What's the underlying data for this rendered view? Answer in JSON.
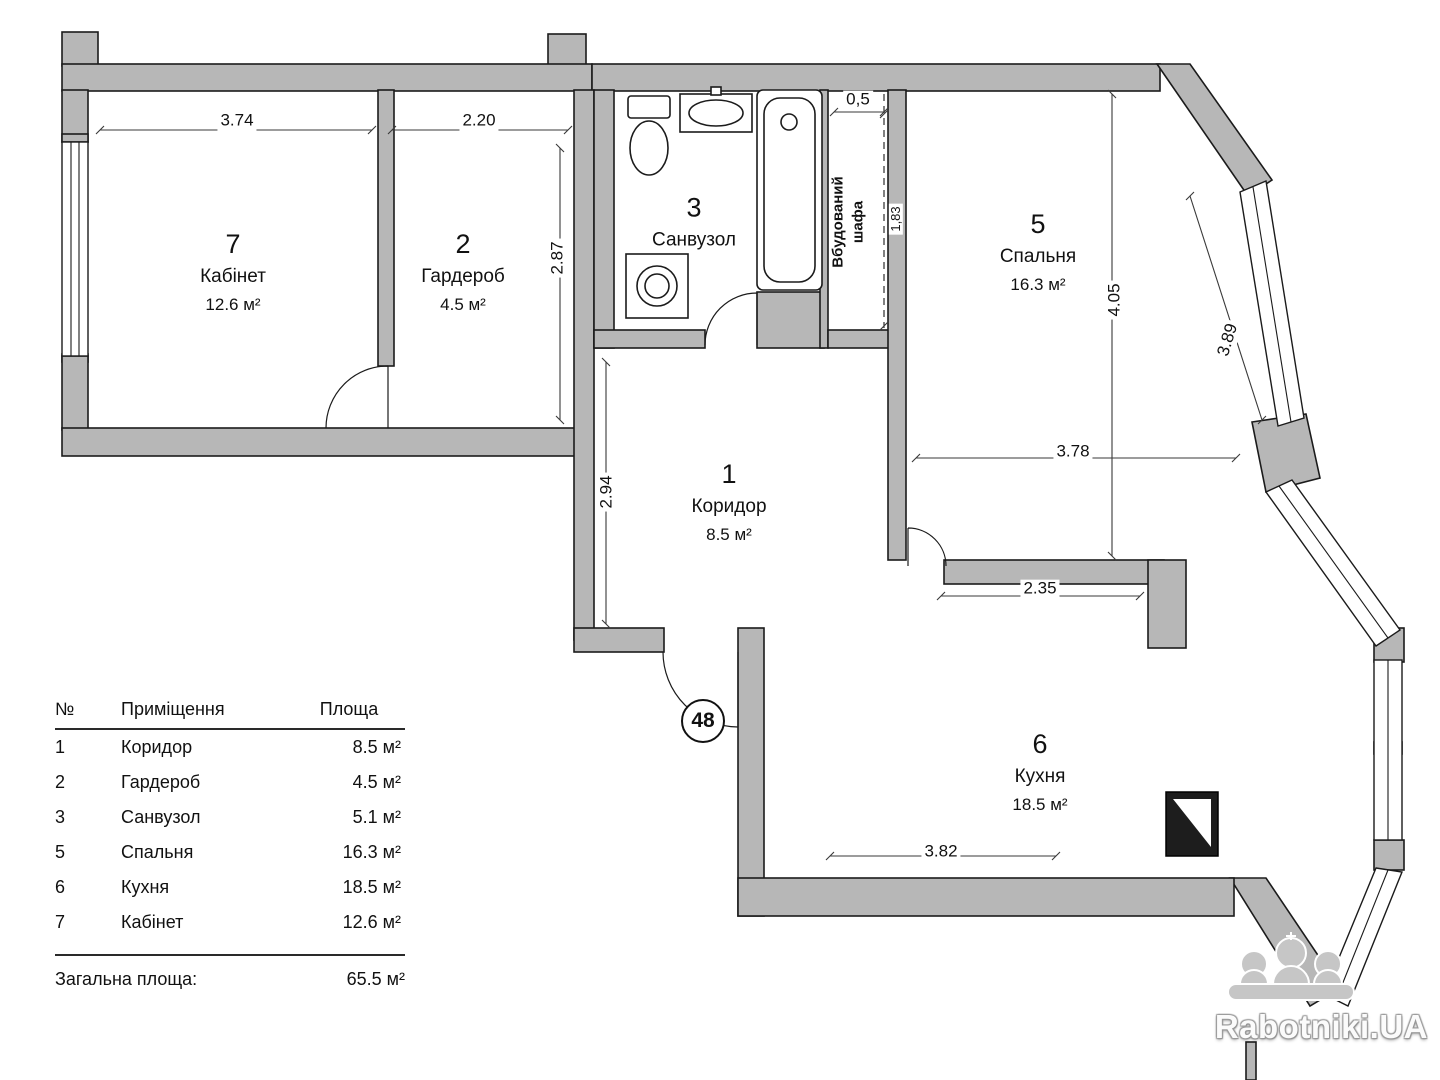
{
  "plan": {
    "apartment_badge": "48",
    "wardrobe": {
      "line1": "Вбудований",
      "line2": "шафа"
    },
    "rooms": {
      "office": {
        "number": "7",
        "name": "Кабінет",
        "area": "12.6 м²"
      },
      "wardrobe": {
        "number": "2",
        "name": "Гардероб",
        "area": "4.5 м²"
      },
      "bathroom": {
        "number": "3",
        "name": "Санвузол"
      },
      "corridor": {
        "number": "1",
        "name": "Коридор",
        "area": "8.5 м²"
      },
      "bedroom": {
        "number": "5",
        "name": "Спальня",
        "area": "16.3 м²"
      },
      "kitchen": {
        "number": "6",
        "name": "Кухня",
        "area": "18.5 м²"
      }
    },
    "dimensions": {
      "office_width": "3.74",
      "wardrobe_width": "2.20",
      "wardrobe_depth": "2.87",
      "corridor_depth": "2.94",
      "closet_offset": "0,5",
      "closet_length": "1,83",
      "bedroom_depth": "4.05",
      "bedroom_bay": "3.89",
      "bedroom_width": "3.78",
      "bedroom_nook": "2.35",
      "kitchen_width": "3.82"
    }
  },
  "legend": {
    "headers": {
      "number": "№",
      "room": "Приміщення",
      "area": "Площа"
    },
    "rows": [
      {
        "number": "1",
        "room": "Коридор",
        "area": "8.5 м²"
      },
      {
        "number": "2",
        "room": "Гардероб",
        "area": "4.5 м²"
      },
      {
        "number": "3",
        "room": "Санвузол",
        "area": "5.1 м²"
      },
      {
        "number": "5",
        "room": "Спальня",
        "area": "16.3 м²"
      },
      {
        "number": "6",
        "room": "Кухня",
        "area": "18.5 м²"
      },
      {
        "number": "7",
        "room": "Кабінет",
        "area": "12.6 м²"
      }
    ],
    "total_label": "Загальна площа:",
    "total_value": "65.5 м²"
  },
  "watermark": {
    "text": "Rabotniki.UA"
  },
  "colors": {
    "wall": "#b7b7b7",
    "line": "#1b1b1b",
    "background": "#ffffff"
  }
}
